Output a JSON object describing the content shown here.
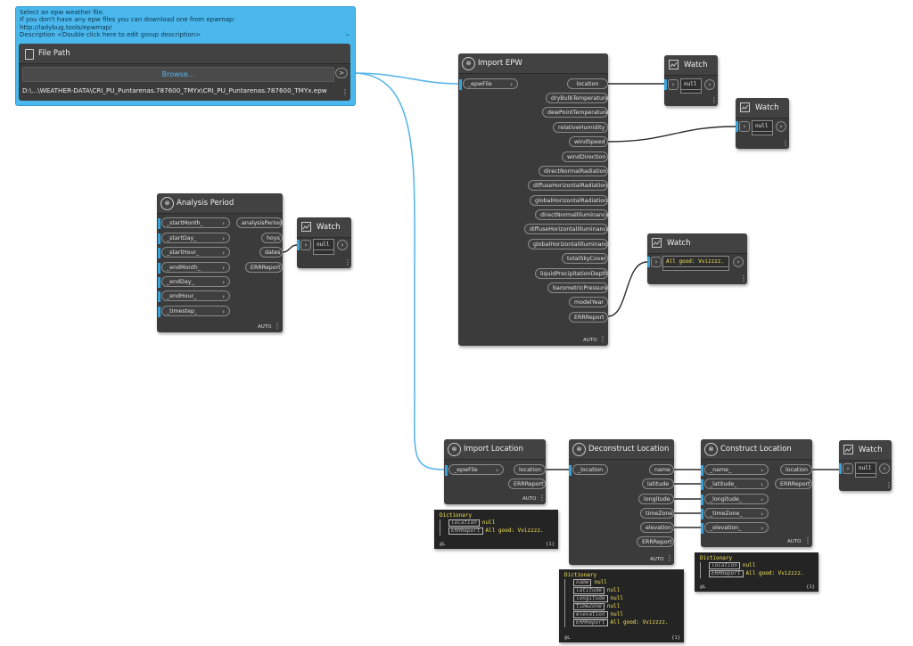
{
  "group": {
    "description_lines": [
      "Select an epw weather file.",
      "If you don't have any epw files you can download one from epwmap:",
      "http://ladybug.tools/epwmap/",
      "Description <Double click here to edit group description>"
    ],
    "collapse_icon": "chevron-up-icon"
  },
  "file_path": {
    "title": "File Path",
    "browse_label": "Browse...",
    "path": "D:\\...\\WEATHER-DATA\\CRI_PU_Puntarenas.787600_TMYx\\CRI_PU_Puntarenas.787600_TMYx.epw",
    "output_arrow": ">"
  },
  "import_epw": {
    "title": "Import EPW",
    "input": "_epwFile",
    "outputs": [
      "location",
      "dryBulbTemperature",
      "dewPointTemperature",
      "relativeHumidity",
      "windSpeed",
      "windDirection",
      "directNormalRadiation",
      "diffuseHorizontalRadiation",
      "globalHorizontalRadiation",
      "directNormalIlluminance",
      "diffuseHorizontalIlluminance",
      "globalHorizontalIlluminance",
      "totalSkyCover",
      "liquidPrecipitationDepth",
      "barometricPressure",
      "modelYear",
      "ERRReport"
    ],
    "auto": "AUTO"
  },
  "analysis_period": {
    "title": "Analysis Period",
    "inputs": [
      "_startMonth_",
      "_startDay_",
      "_startHour_",
      "_endMonth_",
      "_endDay_",
      "_endHour_",
      "_timestep_"
    ],
    "outputs": [
      "analysisPeriod",
      "hoys",
      "dates",
      "ERRReport"
    ],
    "auto": "AUTO"
  },
  "watches": {
    "title": "Watch",
    "w1": "null",
    "w2": "null",
    "w3": "null",
    "w4": "All good: Vvizzzz.",
    "w5": "null"
  },
  "import_location": {
    "title": "Import Location",
    "input": "_epwFile",
    "outputs": [
      "location",
      "ERRReport"
    ],
    "auto": "AUTO"
  },
  "deconstruct_location": {
    "title": "Deconstruct Location",
    "input": "_location",
    "outputs": [
      "name",
      "latitude",
      "longitude",
      "timeZone",
      "elevation",
      "ERRReport"
    ],
    "auto": "AUTO"
  },
  "construct_location": {
    "title": "Construct Location",
    "inputs": [
      "_name_",
      "_latitude_",
      "_longitude_",
      "_timeZone_",
      "_elevation_"
    ],
    "outputs": [
      "location",
      "ERRReport"
    ],
    "auto": "AUTO"
  },
  "preview_import": {
    "title": "Dictionary",
    "rows": [
      {
        "k": "location",
        "v": "null"
      },
      {
        "k": "ERRReport",
        "v": "All good: Vvizzzz."
      }
    ],
    "footer_left": "@L",
    "footer_right": "{1}"
  },
  "preview_deconstruct": {
    "title": "Dictionary",
    "rows": [
      {
        "k": "name",
        "v": "null"
      },
      {
        "k": "latitude",
        "v": "null"
      },
      {
        "k": "longitude",
        "v": "null"
      },
      {
        "k": "timeZone",
        "v": "null"
      },
      {
        "k": "elevation",
        "v": "null"
      },
      {
        "k": "ERRReport",
        "v": "All good: Vvizzzz."
      }
    ],
    "footer_left": "@L",
    "footer_right": "{1}"
  },
  "preview_construct": {
    "title": "Dictionary",
    "rows": [
      {
        "k": "location",
        "v": "null"
      },
      {
        "k": "ERRReport",
        "v": "All good: Vvizzzz."
      }
    ],
    "footer_left": "@L",
    "footer_right": "{1}"
  },
  "colors": {
    "group_fill": "#4ab8ec",
    "node_fill": "#3b3b3b",
    "wire": "#3aa3d9",
    "wire_dark": "#2a2a2a",
    "preview_value": "#f2e35a"
  }
}
